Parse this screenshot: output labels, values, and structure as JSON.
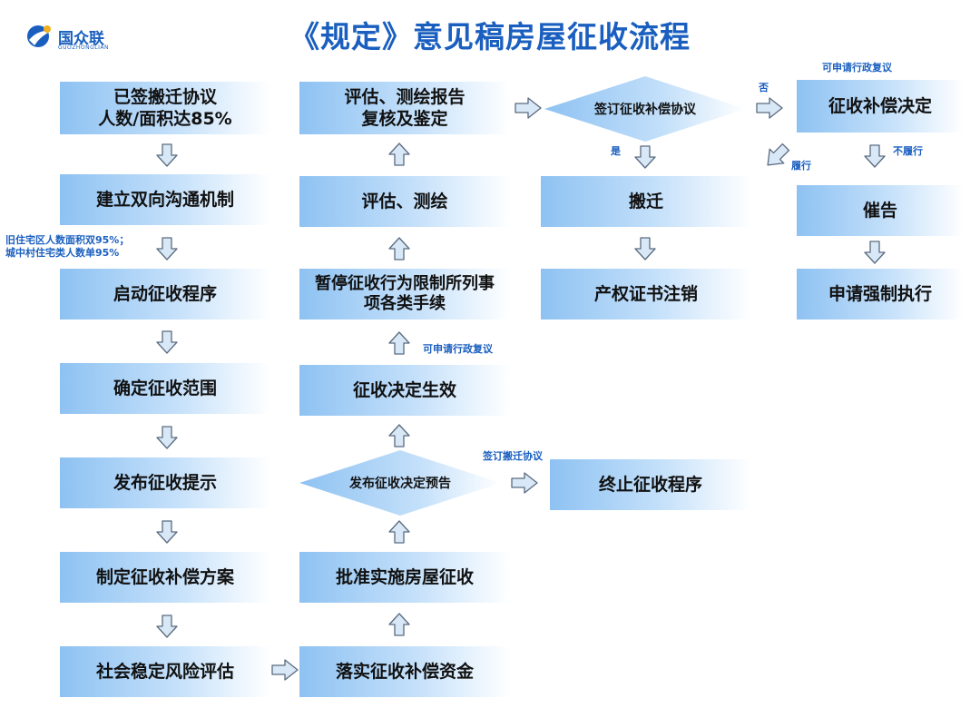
{
  "title": "《规定》意见稿房屋征收流程",
  "logo": {
    "name": "国众联",
    "sub": "GUOZHONGLIAN"
  },
  "col1": {
    "signed": "已签搬迁协议\n人数/面积达85%",
    "communication": "建立双向沟通机制",
    "start": "启动征收程序",
    "scope": "确定征收范围",
    "notice": "发布征收提示",
    "plan": "制定征收补偿方案",
    "risk": "社会稳定风险评估"
  },
  "col2": {
    "funds": "落实征收补偿资金",
    "approve": "批准实施房屋征收",
    "announce": "发布征收决定预告",
    "effective": "征收决定生效",
    "suspend": "暂停征收行为限制所列事项各类手续",
    "assess": "评估、测绘",
    "review": "评估、测绘报告\n复核及鉴定"
  },
  "col3": {
    "agreement": "签订征收补偿协议",
    "relocate": "搬迁",
    "cancel": "产权证书注销",
    "terminate": "终止征收程序"
  },
  "col4": {
    "decision": "征收补偿决定",
    "urge": "催告",
    "enforce": "申请强制执行"
  },
  "notes": {
    "threshold": "旧住宅区人数面积双95%；\n城中村住宅类人数单95%",
    "reconsider_top": "可申请行政复议",
    "reconsider_mid": "可申请行政复议",
    "signed_relocation": "签订搬迁协议",
    "no": "否",
    "yes": "是",
    "comply": "履行",
    "not_comply": "不履行"
  },
  "colors": {
    "accent": "#1a5fbf",
    "box_from": "#8ec2f2",
    "box_to": "#ffffff",
    "arrow_fill": "#d9e8f6",
    "arrow_stroke": "#5a6b80"
  }
}
